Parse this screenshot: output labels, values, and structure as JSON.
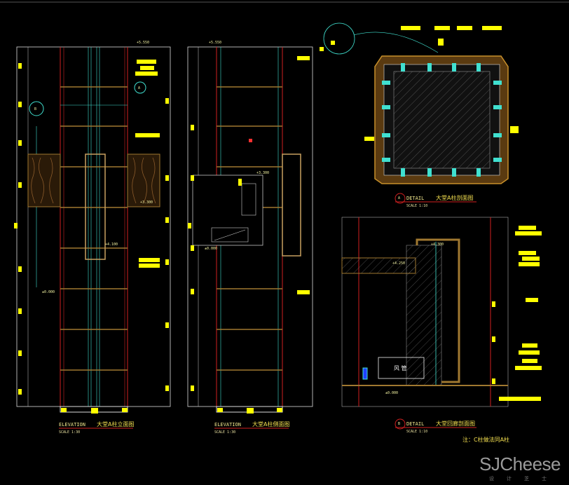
{
  "colors": {
    "background": "#000000",
    "outline": "#ffffff",
    "red": "#d02020",
    "yellow": "#ffff00",
    "cyan": "#40e0d0",
    "brown": "#a07830",
    "concrete": "#8a6a2a"
  },
  "drawings": [
    {
      "id": "elevation-a-front",
      "type_label": "ELEVATION",
      "title": "大堂A柱立面图",
      "scale": "SCALE  1:30"
    },
    {
      "id": "elevation-a-side",
      "type_label": "ELEVATION",
      "title": "大堂A柱侧面图",
      "scale": "SCALE  1:30"
    },
    {
      "id": "detail-a",
      "marker": "A",
      "type_label": "DETAIL",
      "title": "大堂A柱剖面图",
      "scale": "SCALE  1:10"
    },
    {
      "id": "detail-b",
      "marker": "B",
      "type_label": "DETAIL",
      "title": "大堂回廊剖面图",
      "scale": "SCALE  1:10"
    }
  ],
  "level_marks": {
    "top": "+5.550",
    "mid": "+4.100",
    "rail": "+3.300",
    "floor": "±0.000",
    "duct_floor": "±0.000",
    "slab": "+4.300",
    "beam": "+4.250"
  },
  "section_markers": {
    "a": "A",
    "b": "B"
  },
  "duct_label": "风 管",
  "note": "注：C柱做法同A柱",
  "watermark": {
    "brand": "SJCheese",
    "sub": "设计芝士"
  }
}
